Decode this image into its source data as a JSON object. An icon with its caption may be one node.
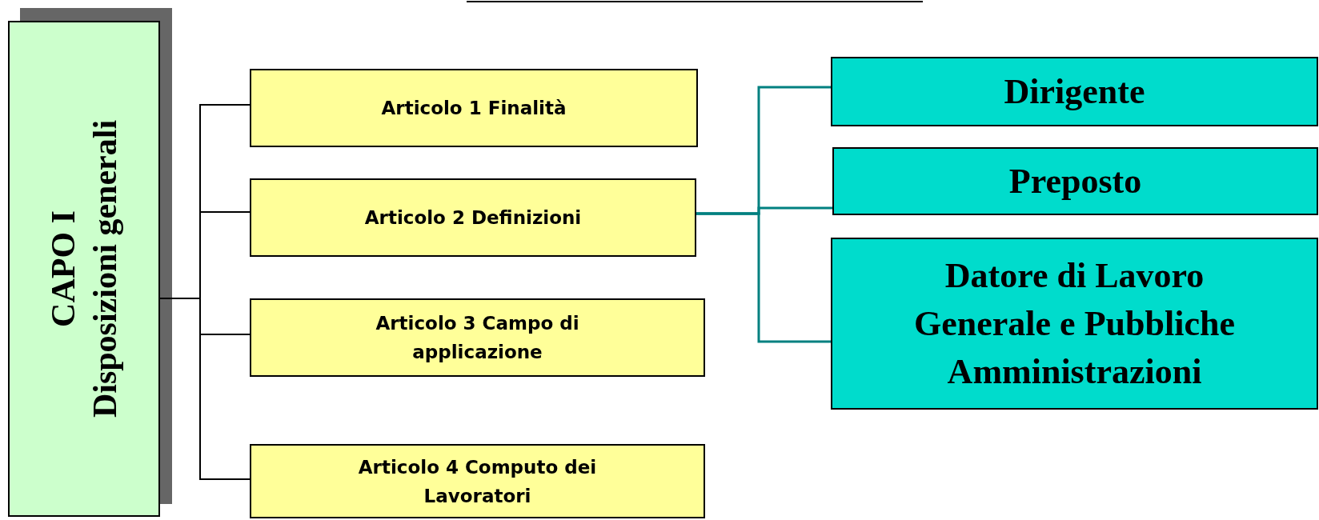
{
  "diagram": {
    "nodes": [
      {
        "text": [
          "CAPO I",
          "Disposizioni generali"
        ]
      },
      {
        "text": [
          "Articolo 1 Finalità"
        ]
      },
      {
        "text": [
          "Articolo 2 Definizioni"
        ]
      },
      {
        "text": [
          "Articolo 3 Campo di applicazione"
        ]
      },
      {
        "text": [
          "Articolo 4 Computo dei Lavoratori"
        ]
      },
      {
        "text": [
          "Dirigente"
        ]
      },
      {
        "text": [
          "Preposto"
        ]
      },
      {
        "text": [
          "Datore di Lavoro Generale e Pubbliche Amministrazioni"
        ]
      }
    ],
    "edges": [
      {
        "from": 0,
        "to": 1,
        "arrow": "none"
      },
      {
        "from": 0,
        "to": 2,
        "arrow": "none"
      },
      {
        "from": 0,
        "to": 3,
        "arrow": "none"
      },
      {
        "from": 0,
        "to": 4,
        "arrow": "none"
      },
      {
        "from": 2,
        "to": 5,
        "arrow": "none",
        "color": "#008080"
      },
      {
        "from": 2,
        "to": 6,
        "arrow": "none",
        "color": "#008080"
      },
      {
        "from": 2,
        "to": 7,
        "arrow": "none",
        "color": "#008080"
      }
    ]
  }
}
